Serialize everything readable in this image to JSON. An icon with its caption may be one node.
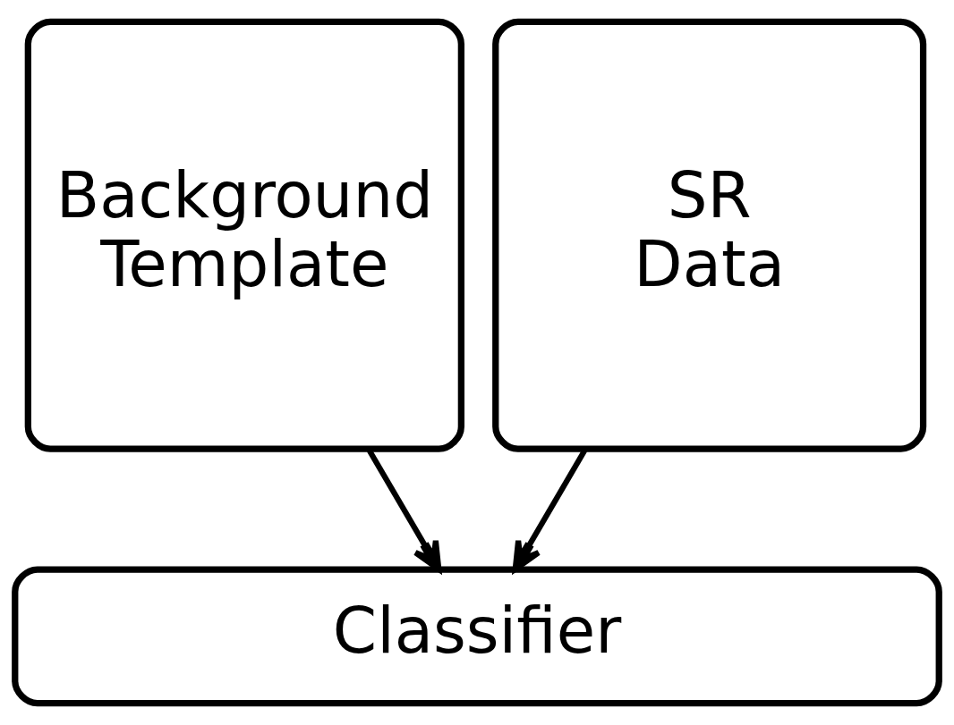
{
  "diagram": {
    "nodes": [
      {
        "text": [
          "Background Template"
        ]
      },
      {
        "text": [
          "SR Data"
        ]
      },
      {
        "text": [
          "Classifier"
        ]
      }
    ],
    "edges": [
      {
        "from": 0,
        "to": 2,
        "arrow": "to"
      },
      {
        "from": 1,
        "to": 2,
        "arrow": "to"
      }
    ]
  }
}
